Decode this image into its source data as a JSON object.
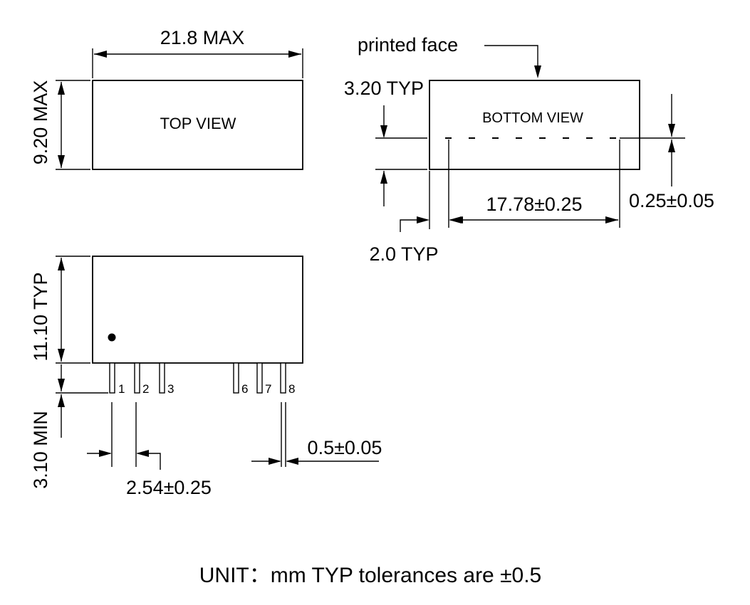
{
  "top_view": {
    "label": "TOP VIEW",
    "width_dim": "21.8 MAX",
    "height_dim": "9.20 MAX"
  },
  "bottom_view": {
    "label": "BOTTOM VIEW",
    "printed_face": "printed face",
    "face_dim": "3.20 TYP",
    "pin_span_dim": "17.78±0.25",
    "edge_dim": "0.25±0.05",
    "offset_dim": "2.0 TYP"
  },
  "side_view": {
    "body_height_dim": "11.10 TYP",
    "pin_length_dim": "3.10 MIN",
    "pitch_dim": "2.54±0.25",
    "pin_width_dim": "0.5±0.05",
    "pins": [
      "1",
      "2",
      "3",
      "6",
      "7",
      "8"
    ]
  },
  "footer": {
    "unit_note": "UNIT：mm TYP tolerances are ±0.5"
  }
}
